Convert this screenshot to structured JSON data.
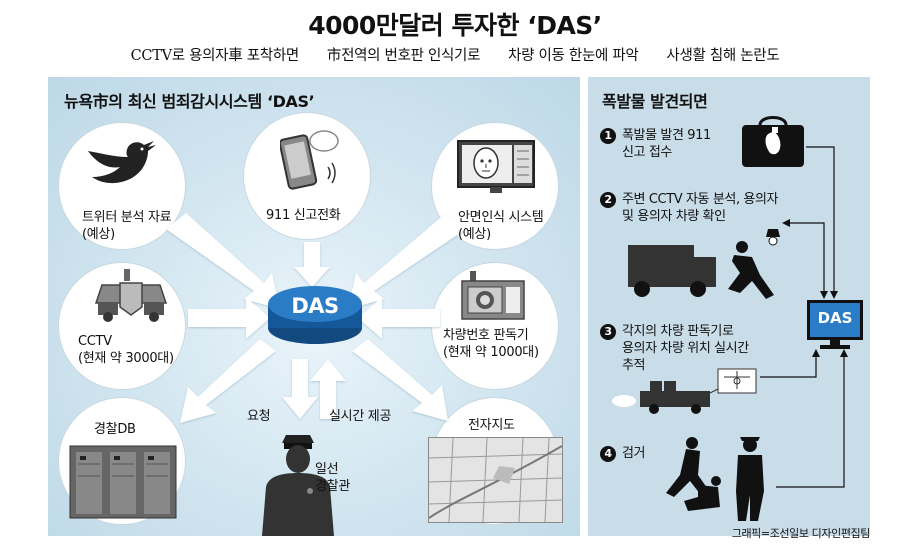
{
  "header": {
    "title": "4000만달러 투자한 ‘DAS’",
    "subtitle": [
      "CCTV로 용의자車 포착하면",
      "市전역의 번호판 인식기로",
      "차량 이동 한눈에 파악",
      "사생활 침해 논란도"
    ]
  },
  "left_panel": {
    "title": "뉴욕市의 최신 범죄감시시스템 ‘DAS’",
    "hub": "DAS",
    "sources": {
      "twitter": {
        "line1": "트위터 분석 자료",
        "line2": "(예상)",
        "icon": "bird-icon"
      },
      "call": {
        "line1": "911 신고전화",
        "icon": "smartphone-icon"
      },
      "face": {
        "line1": "안면인식 시스템",
        "line2": "(예상)",
        "icon": "face-monitor-icon"
      },
      "cctv": {
        "line1": "CCTV",
        "line2": "(현재 약 3000대)",
        "icon": "cctv-camera-icon"
      },
      "plate": {
        "line1": "차량번호 판독기",
        "line2": "(현재 약 1000대)",
        "icon": "plate-reader-icon"
      },
      "police_db": {
        "line1": "경찰DB",
        "icon": "server-rack-icon"
      },
      "officer": {
        "line1": "일선",
        "line2": "경찰관",
        "icon": "police-officer-icon"
      },
      "map": {
        "line1": "전자지도",
        "icon": "map-icon"
      }
    },
    "flow": {
      "request": "요청",
      "provide": "실시간 제공"
    }
  },
  "right_panel": {
    "title": "폭발물 발견되면",
    "hub": "DAS",
    "steps": [
      {
        "num": "1",
        "line1": "폭발물 발견 911",
        "line2": "신고 접수",
        "icon": "bag-grenade-icon"
      },
      {
        "num": "2",
        "line1": "주변 CCTV 자동 분석, 용의자",
        "line2": "및 용의자 차량 확인",
        "icon": "suspect-running-icon"
      },
      {
        "num": "3",
        "line1": "각지의 차량 판독기로",
        "line2": "용의자 차량 위치 실시간",
        "line3": "추적",
        "icon": "tracking-truck-icon"
      },
      {
        "num": "4",
        "line1": "검거",
        "icon": "arrest-icon"
      }
    ]
  },
  "credit": "그래픽=조선일보 디자인편집팀",
  "colors": {
    "panel_blue": "#c9dde9",
    "das_blue": "#1f6fb4",
    "arrow": "#ffffff",
    "dark": "#111111"
  }
}
